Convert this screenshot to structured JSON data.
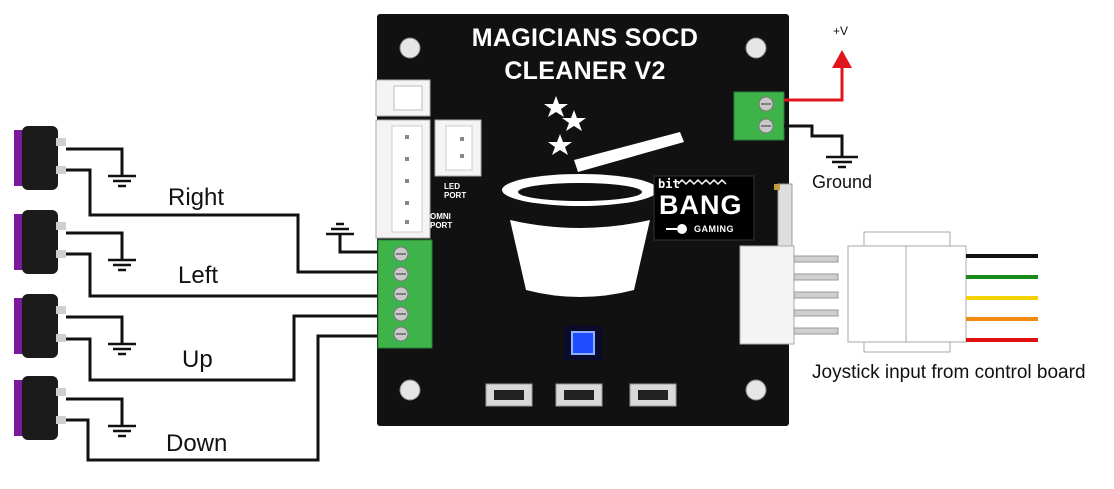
{
  "board": {
    "title_line1": "MAGICIANS SOCD",
    "title_line2": "CLEANER V2",
    "led_port_line1": "LED",
    "led_port_line2": "PORT",
    "omni_port_line1": "OMNI",
    "omni_port_line2": "PORT",
    "logo_top": "bit",
    "logo_main": "BANG",
    "logo_sub": "GAMING"
  },
  "buttons": [
    {
      "label": "Right"
    },
    {
      "label": "Left"
    },
    {
      "label": "Up"
    },
    {
      "label": "Down"
    }
  ],
  "power": {
    "vplus": "+V",
    "ground": "Ground"
  },
  "joystick": {
    "caption": "Joystick input from control board",
    "wire_colors": [
      "#111111",
      "#1a8a1a",
      "#f2d200",
      "#f08a10",
      "#e01010"
    ]
  },
  "colors": {
    "pcb": "#111111",
    "terminal": "#3db34a",
    "button_cap": "#7a1a9a",
    "power_wire": "#e0161c",
    "status_led": "#1e4cff"
  }
}
